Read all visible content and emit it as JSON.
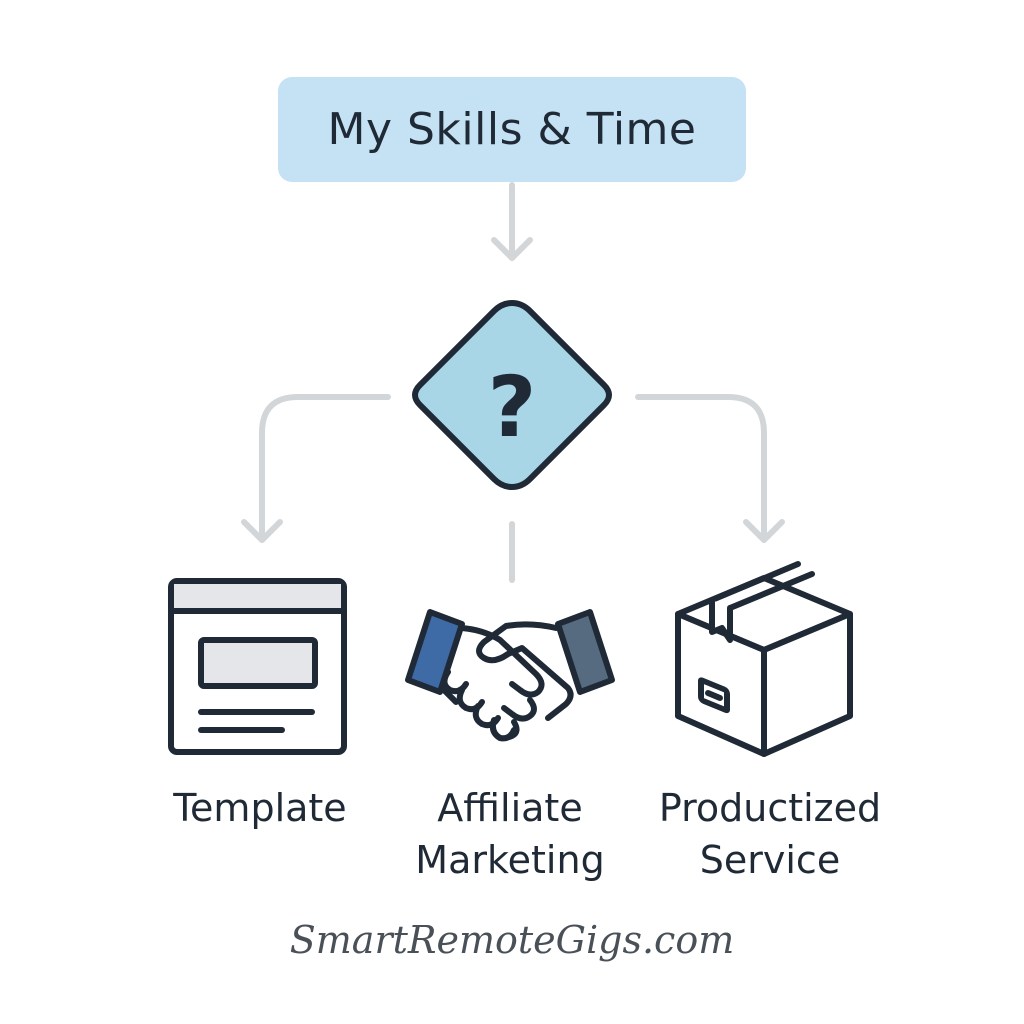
{
  "top_node": {
    "label": "My Skills & Time"
  },
  "decision_node": {
    "symbol": "?"
  },
  "options": [
    {
      "lines": [
        "Template"
      ],
      "icon": "browser-window-icon"
    },
    {
      "lines": [
        "Affiliate",
        "Marketing"
      ],
      "icon": "handshake-icon"
    },
    {
      "lines": [
        "Productized",
        "Service"
      ],
      "icon": "box-icon"
    }
  ],
  "footer": {
    "brand": "SmartRemoteGigs.com"
  },
  "colors": {
    "top_box_fill": "#c4e2f3",
    "diamond_fill": "#a8d6e6",
    "outline": "#1f2a36",
    "connector": "#d3d6d9",
    "accent_blue": "#3e6aa5",
    "accent_slate": "#566a80",
    "panel_gray": "#e4e6ea"
  }
}
